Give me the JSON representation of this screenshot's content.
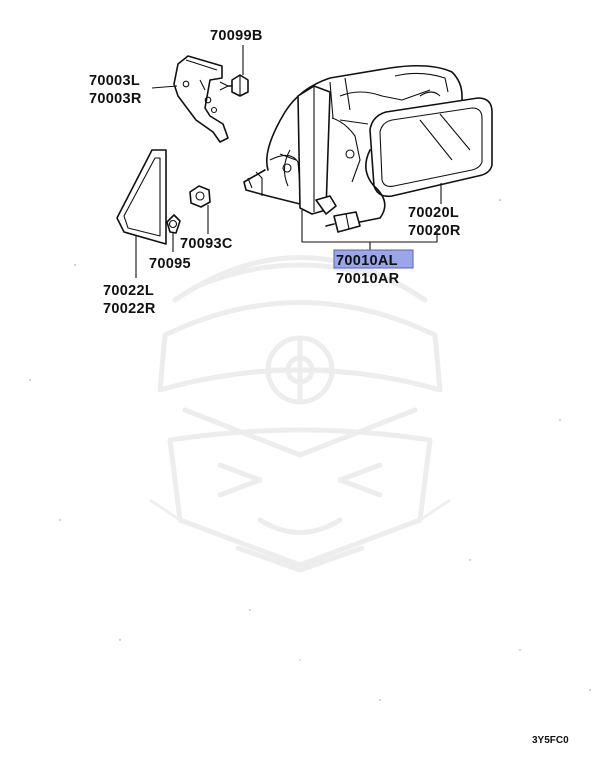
{
  "diagram": {
    "callouts": {
      "bracket_L": "70003L",
      "bracket_R": "70003R",
      "bolt": "70099B",
      "nut": "70093C",
      "clip": "70095",
      "cover_L": "70022L",
      "cover_R": "70022R",
      "mirror_L": "70020L",
      "mirror_R": "70020R",
      "assembly_L": "70010AL",
      "assembly_R": "70010AR"
    },
    "highlighted_part": "70010AL",
    "highlight_color": "#9aa6e8",
    "figure_code": "3Y5FC0"
  }
}
